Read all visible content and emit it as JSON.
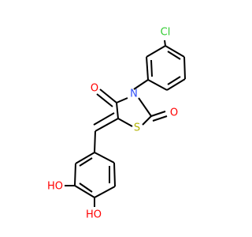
{
  "molecule": {
    "atoms": {
      "chlorine": "Cl",
      "carbonyl_oxygen_top": "O",
      "nitrogen": "N",
      "carbonyl_oxygen_right": "O",
      "sulfur": "S",
      "hydroxyl_left": "HO",
      "hydroxyl_bottom": "HO"
    },
    "colors": {
      "bond": "#000000",
      "chlorine": "#33cc33",
      "oxygen": "#ff0000",
      "nitrogen": "#3050f8",
      "sulfur": "#b2b200"
    }
  }
}
